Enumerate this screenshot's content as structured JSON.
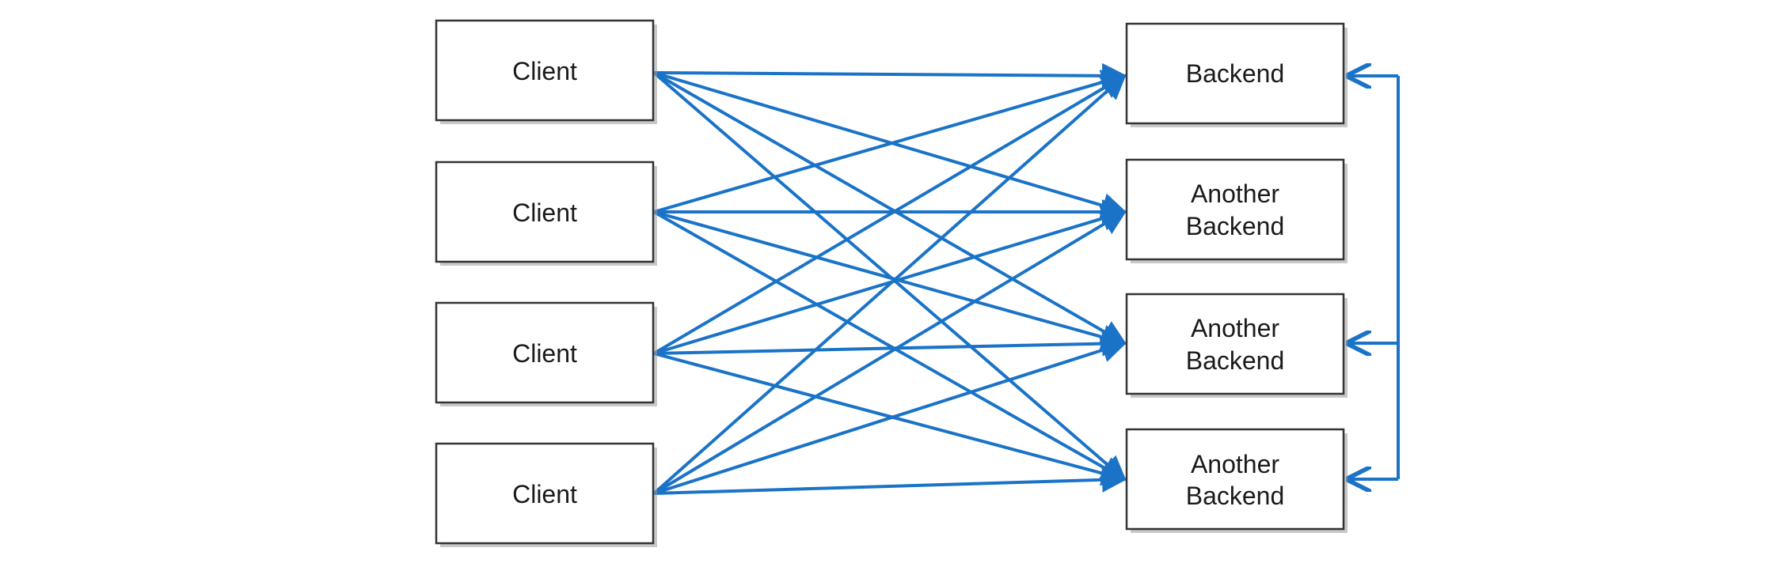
{
  "diagram": {
    "accent_color": "#1a73c7",
    "clients": [
      {
        "label": "Client"
      },
      {
        "label": "Client"
      },
      {
        "label": "Client"
      },
      {
        "label": "Client"
      }
    ],
    "backends": [
      {
        "lines": [
          "Backend"
        ]
      },
      {
        "lines": [
          "Another",
          "Backend"
        ]
      },
      {
        "lines": [
          "Another",
          "Backend"
        ]
      },
      {
        "lines": [
          "Another",
          "Backend"
        ]
      }
    ],
    "connections": "all-clients-to-all-backends",
    "side_link_targets": [
      0,
      2,
      3
    ]
  }
}
